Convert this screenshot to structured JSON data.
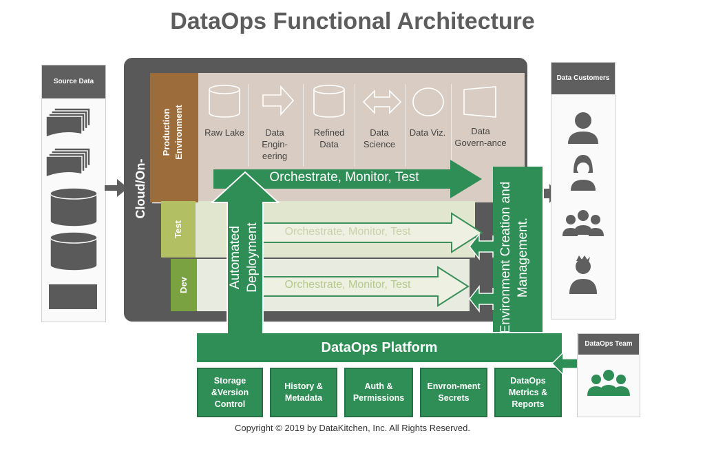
{
  "title": "DataOps Functional Architecture",
  "source_data": {
    "header": "Source Data"
  },
  "data_customers": {
    "header": "Data Customers"
  },
  "dataops_team": {
    "header": "DataOps Team"
  },
  "cloud_label": "Cloud/On-Prem",
  "environments": {
    "production": "Production Environment",
    "test": "Test",
    "dev": "Dev"
  },
  "stages": [
    {
      "label": "Raw Lake"
    },
    {
      "label": "Data Engin-eering"
    },
    {
      "label": "Refined Data"
    },
    {
      "label": "Data Science"
    },
    {
      "label": "Data Viz."
    },
    {
      "label": "Data Govern-ance"
    }
  ],
  "orchestrate": {
    "production": "Orchestrate, Monitor, Test",
    "test": "Orchestrate, Monitor, Test",
    "dev": "Orchestrate, Monitor, Test"
  },
  "automated_deployment": "Automated Deployment",
  "environment_management": "Environment Creation and Management.",
  "platform": {
    "label": "DataOps Platform",
    "modules": [
      {
        "label": "Storage &Version Control"
      },
      {
        "label": "History & Metadata"
      },
      {
        "label": "Auth & Permissions"
      },
      {
        "label": "Envron-ment Secrets"
      },
      {
        "label": "DataOps Metrics & Reports"
      }
    ]
  },
  "copyright": "Copyright © 2019 by DataKitchen, Inc.  All Rights Reserved.",
  "colors": {
    "green": "#2f8d56",
    "production": "#9c6c3a",
    "test": "#b3bf63",
    "dev": "#7aa240",
    "dark_gray": "#595959"
  }
}
